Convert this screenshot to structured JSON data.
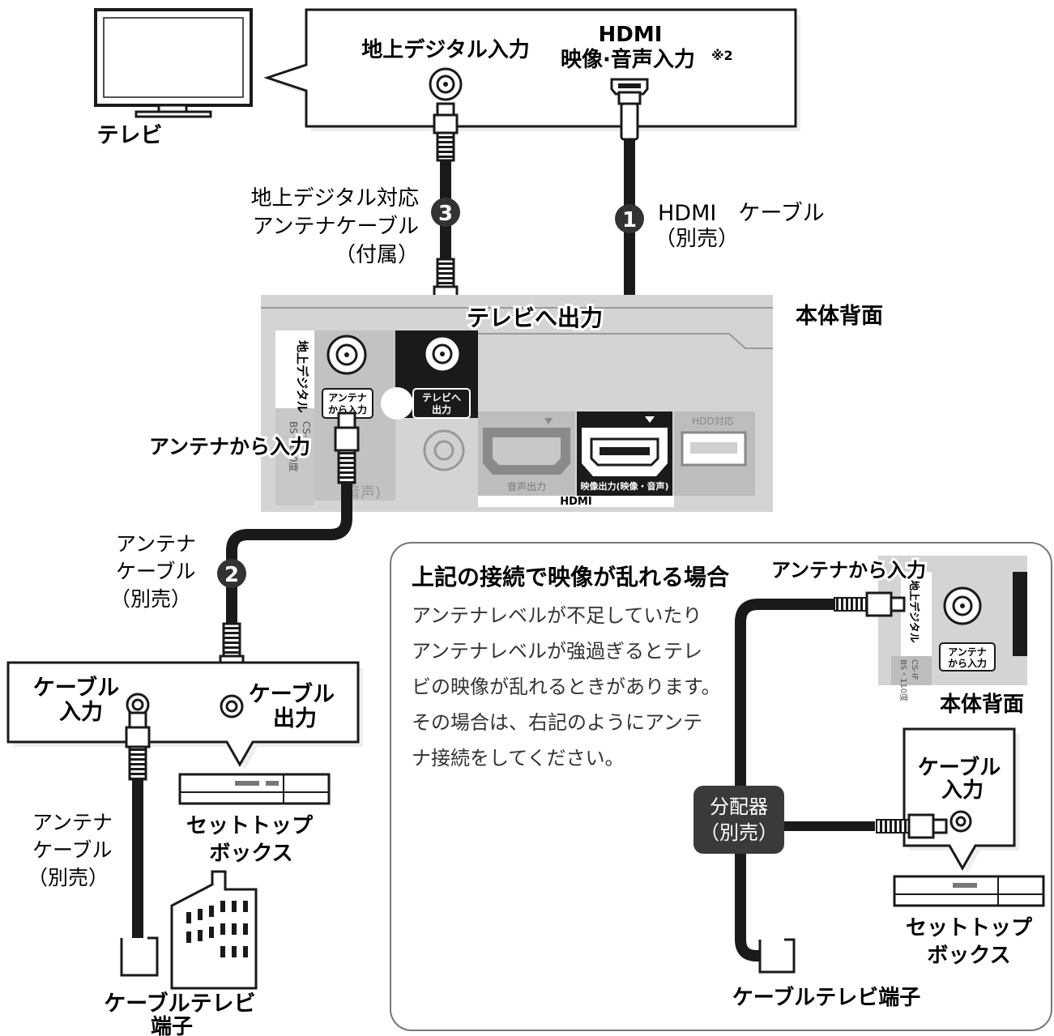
{
  "tv": {
    "label": "テレビ",
    "input_digital": "地上デジタル入力",
    "input_hdmi_line1": "HDMI",
    "input_hdmi_line2": "映像·音声入力",
    "input_hdmi_note": "※2"
  },
  "cables": {
    "c1_num": "1",
    "c1_label1": "HDMI　ケーブル",
    "c1_label2": "（別売）",
    "c2_num": "2",
    "c2_label1": "アンテナ",
    "c2_label2": "ケーブル",
    "c2_label3": "（別売）",
    "c3_num": "3",
    "c3_label1": "地上デジタル対応",
    "c3_label2": "アンテナケーブル",
    "c3_label3": "（付属）",
    "c4_label1": "アンテナ",
    "c4_label2": "ケーブル",
    "c4_label3": "（別売）"
  },
  "unit": {
    "rear_label": "本体背面",
    "out_to_tv": "テレビへ出力",
    "in_from_antenna": "アンテナから入力",
    "panel_digital": "地上デジタル",
    "panel_antenna_in1": "アンテナ",
    "panel_antenna_in2": "から入力",
    "panel_tv_out1": "テレビへ",
    "panel_tv_out2": "出力",
    "panel_audio_out": "音声出力",
    "panel_video_out": "映像出力(映像・音声)",
    "panel_hdmi": "HDMI",
    "panel_hdd": "HDD対応",
    "panel_bs1": "BS・110度",
    "panel_bs2": "CS-IF",
    "panel_bs3": "(音声)"
  },
  "stb": {
    "cable_in1": "ケーブル",
    "cable_in2": "入力",
    "cable_out1": "ケーブル",
    "cable_out2": "出力",
    "name1": "セットトップ",
    "name2": "ボックス"
  },
  "terminal": {
    "label1": "ケーブルテレビ",
    "label2": "端子"
  },
  "note": {
    "title": "上記の接続で映像が乱れる場合",
    "body1": "アンテナレベルが不足していたり",
    "body2": "アンテナレベルが強過ぎるとテレ",
    "body3": "ビの映像が乱れるときがあります。",
    "body4": "その場合は、右記のようにアンテ",
    "body5": "ナ接続をしてください。",
    "in_from_antenna": "アンテナから入力",
    "panel_digital": "地上デジタル",
    "panel_antenna_in1": "アンテナ",
    "panel_antenna_in2": "から入力",
    "panel_bs1": "BS・110度",
    "panel_bs2": "CS-IF",
    "rear_label": "本体背面",
    "cable_in1": "ケーブル",
    "cable_in2": "入力",
    "splitter1": "分配器",
    "splitter2": "（別売）",
    "stb1": "セットトップ",
    "stb2": "ボックス",
    "terminal": "ケーブルテレビ端子"
  }
}
